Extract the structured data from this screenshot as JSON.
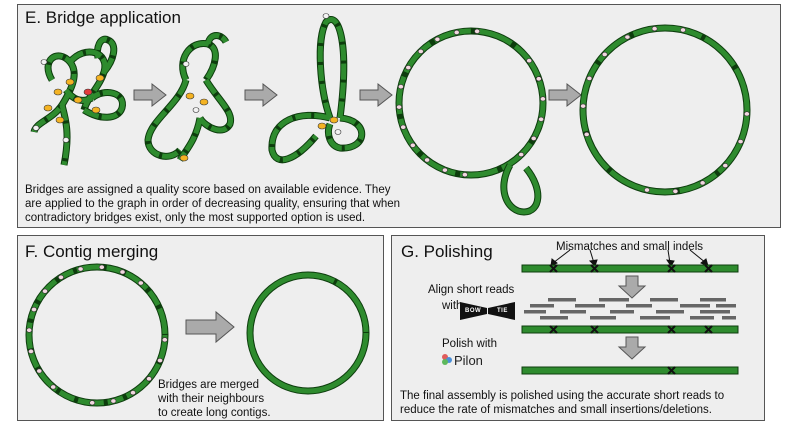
{
  "colors": {
    "contig": "#2e8b2e",
    "contig_stroke": "#0d3d0d",
    "bridge_fill": "#f2f2f2",
    "weak_bridge": "#f4b323",
    "conflict": "#e33c3c",
    "panel_bg": "#eeeeee",
    "arrow": "#aaaaaa",
    "short_read": "#666666"
  },
  "panel_e": {
    "title": "E. Bridge application",
    "caption_lines": [
      "Bridges are assigned a quality score based on available evidence. They",
      "are applied to the graph in order of decreasing quality, ensuring that when",
      "contradictory bridges exist, only the most supported option is used."
    ]
  },
  "panel_f": {
    "title": "F. Contig merging",
    "caption_lines": [
      "Bridges are merged",
      "with their neighbours",
      "to create long contigs."
    ]
  },
  "panel_g": {
    "title": "G. Polishing",
    "mismatch_label": "Mismatches and small indels",
    "align_label_line1": "Align short reads",
    "align_label_line2": "with",
    "bowtie_left": "BOW",
    "bowtie_right": "TIE",
    "polish_label": "Polish with",
    "pilon_label": "Pilon",
    "caption_lines": [
      "The final assembly is polished using the accurate short reads to",
      "reduce the rate of mismatches and small insertions/deletions."
    ]
  },
  "icons": {
    "step_arrow": "block-arrow-right-icon",
    "down_arrow": "block-arrow-down-icon",
    "mismatch": "x-mark-icon",
    "bowtie": "bowtie-logo-icon",
    "pilon": "pilon-logo-icon"
  }
}
